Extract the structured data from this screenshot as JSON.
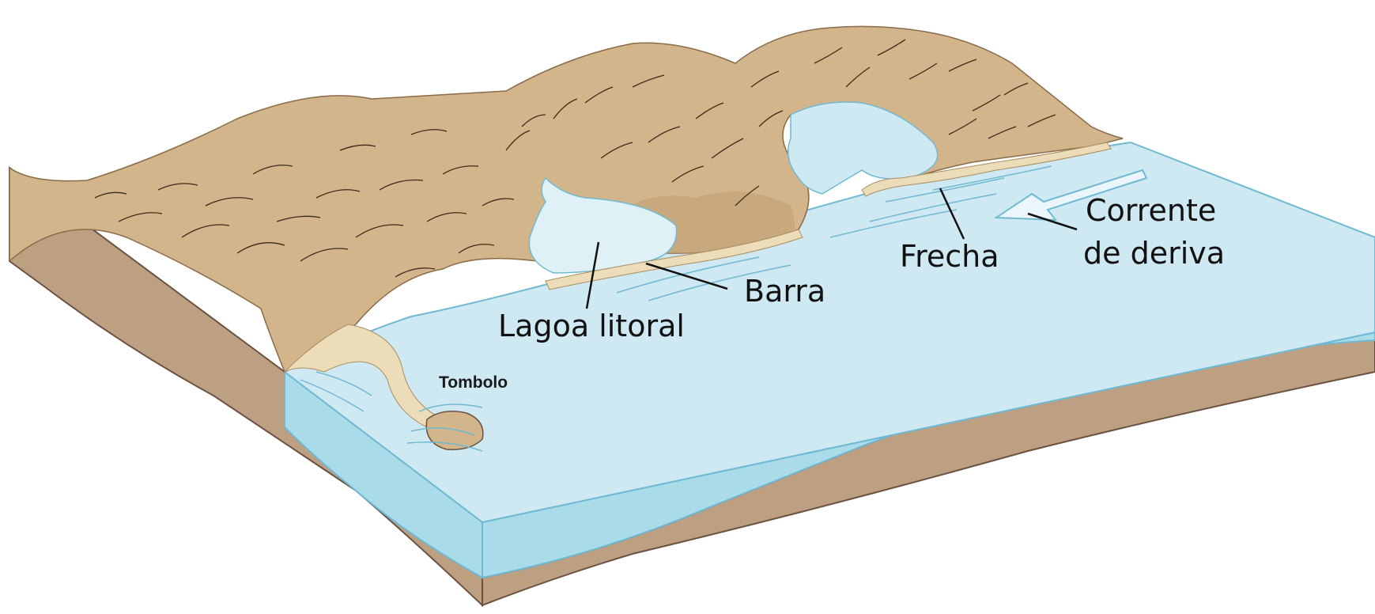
{
  "diagram": {
    "labels": {
      "lagoa": "Lagoa litoral",
      "barra": "Barra",
      "frecha": "Frecha",
      "corrente_line1": "Corrente",
      "corrente_line2": "de deriva",
      "tombolo": "Tombolo"
    },
    "colors": {
      "land": "#d2b58a",
      "land_shadow": "#b99a6c",
      "land_top_edge": "#c7b07e",
      "soil_side": "#bd9f82",
      "soil_dark": "#9c7b60",
      "water": "#cfe9f2",
      "water_side": "#a9dbe9",
      "water_line": "#6fb9d2",
      "lagoon": "#bfe4f0",
      "sand": "#eddcb8",
      "hachure": "#3a2a1c"
    }
  }
}
